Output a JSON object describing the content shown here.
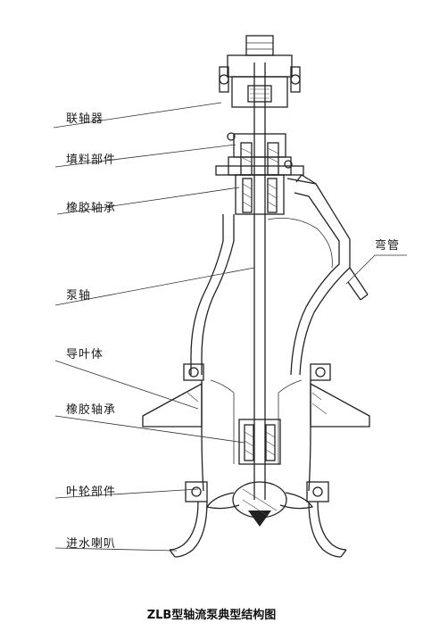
{
  "labels": {
    "coupling": "联轴器",
    "packing": "填料部件",
    "rubber_bearing_upper": "橡胶轴承",
    "pump_shaft": "泵轴",
    "guide_vane_body": "导叶体",
    "rubber_bearing_lower": "橡胶轴承",
    "impeller_part": "叶轮部件",
    "inlet_bellmouth": "进水喇叭",
    "elbow": "弯管"
  },
  "caption": "ZLB型轴流泵典型结构图"
}
